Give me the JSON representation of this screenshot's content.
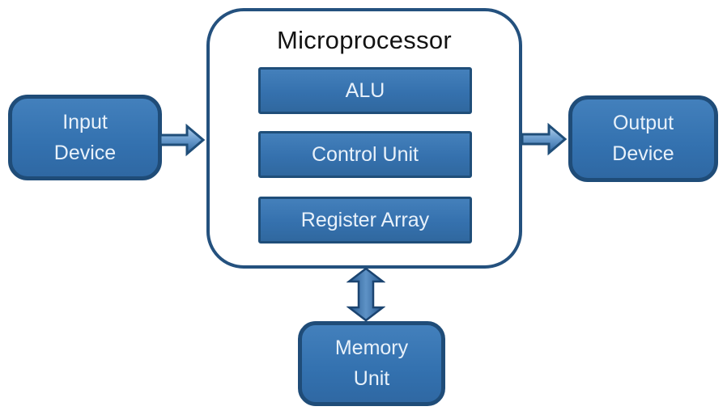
{
  "diagram": {
    "title": "Microprocessor",
    "processor": {
      "label": "Microprocessor",
      "blocks": [
        {
          "label": "ALU"
        },
        {
          "label": "Control Unit"
        },
        {
          "label": "Register Array"
        }
      ]
    },
    "devices": {
      "input": {
        "line1": "Input",
        "line2": "Device"
      },
      "output": {
        "line1": "Output",
        "line2": "Device"
      },
      "memory": {
        "line1": "Memory",
        "line2": "Unit"
      }
    },
    "connections": [
      {
        "from": "input-device",
        "to": "microprocessor",
        "direction": "right",
        "icon": "arrow-right-icon"
      },
      {
        "from": "microprocessor",
        "to": "output-device",
        "direction": "right",
        "icon": "arrow-right-icon"
      },
      {
        "from": "microprocessor",
        "to": "memory-unit",
        "direction": "both",
        "icon": "arrow-up-down-icon"
      }
    ],
    "colors": {
      "background": "#FFFFFF",
      "box_fill": "#3571AE",
      "box_fill_light": "#4480BB",
      "box_border": "#1F4E79",
      "container_border": "#24517E",
      "arrow_fill_light": "#B9D1EA",
      "arrow_fill_dark": "#2F66A0",
      "text_light": "#E8F1FA",
      "title_color": "#131313"
    }
  }
}
